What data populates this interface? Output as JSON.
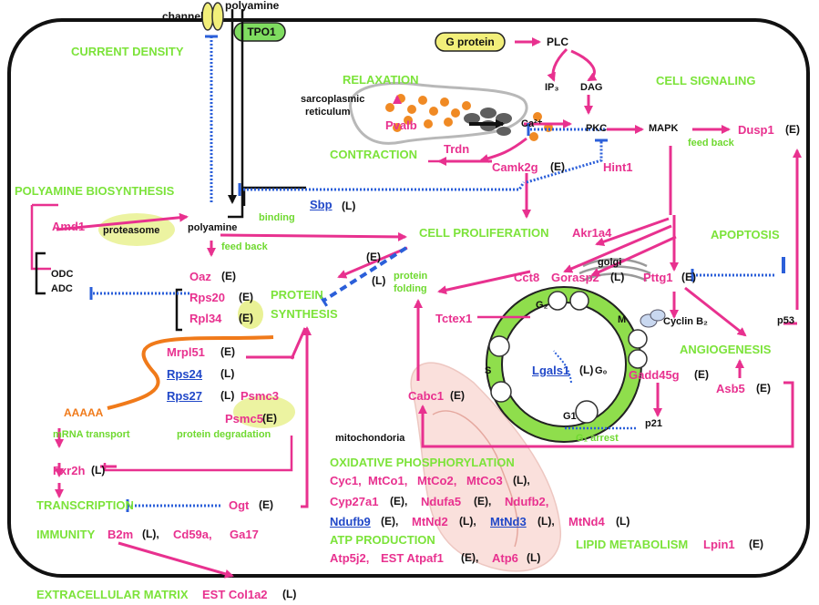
{
  "cell": {
    "channel": "channel",
    "polyamine_top": "polyamine",
    "tpo1": "TPO1",
    "g_protein": "G protein",
    "plc": "PLC",
    "ip3": "IP₃",
    "dag": "DAG",
    "ca": "Ca²⁺",
    "pkc": "PKC",
    "mapk": "MAPK",
    "dusp1": "Dusp1",
    "dusp1_tag": "(E)",
    "feed_back_1": "feed back",
    "hint1": "Hint1",
    "camk2g": "Camk2g",
    "camk2g_tag": "(E)",
    "trdn": "Trdn",
    "pvalb": "Pvalb",
    "sarco": "sarcoplasmic",
    "reticulum": "reticulum"
  },
  "processes": {
    "current_density": "CURRENT DENSITY",
    "relaxation": "RELAXATION",
    "contraction": "CONTRACTION",
    "cell_signaling": "CELL SIGNALING",
    "polyamine_biosynthesis": "POLYAMINE BIOSYNTHESIS",
    "cell_proliferation": "CELL PROLIFERATION",
    "apoptosis": "APOPTOSIS",
    "protein": "PROTEIN",
    "synthesis": "SYNTHESIS",
    "angiogenesis": "ANGIOGENESIS",
    "transcription": "TRANSCRIPTION",
    "oxphos": "OXIDATIVE PHOSPHORYLATION",
    "atp_production": "ATP PRODUCTION",
    "lipid_metabolism": "LIPID METABOLISM",
    "immunity": "IMMUNITY",
    "ecm": "EXTRACELLULAR MATRIX"
  },
  "polyamine": {
    "amd1": "Amd1",
    "proteasome": "proteasome",
    "polyamine": "polyamine",
    "feed_back": "feed back",
    "odc": "ODC",
    "adc": "ADC",
    "sbp": "Sbp",
    "sbp_tag": "(L)",
    "binding": "binding",
    "oaz": "Oaz",
    "oaz_tag": "(E)",
    "rps20": "Rps20",
    "rps20_tag": "(E)",
    "rpl34": "Rpl34",
    "rpl34_tag": "(E)"
  },
  "translation": {
    "mrpl51": "Mrpl51",
    "mrpl51_tag": "(E)",
    "rps24": "Rps24",
    "rps24_tag": "(L)",
    "rps27": "Rps27",
    "rps27_tag": "(L)",
    "psmc3": "Psmc3",
    "psmc5": "Psmc5",
    "psmc5_tag": "(E)",
    "polya": "AAAAA",
    "mrna_transport": "mRNA transport",
    "protein_degradation": "protein degradation",
    "fxr2h": "Fxr2h",
    "fxr2h_tag": "(L)",
    "ogt": "Ogt",
    "ogt_tag": "(E)",
    "e_tag": "(E)",
    "l_tag": "(L)",
    "protein_folding_1": "protein",
    "protein_folding_2": "folding"
  },
  "cycle": {
    "akr1a4": "Akr1a4",
    "golgi": "golgi",
    "cct8": "Cct8",
    "gorasp2": "Gorasp2",
    "gorasp2_tag": "(L)",
    "pttg1": "Pttg1",
    "pttg1_tag": "(E)",
    "tctex1": "Tctex1",
    "g2": "G₂",
    "m": "M",
    "cyclin_b2": "Cyclin B₂",
    "s": "S",
    "lgals1": "Lgals1",
    "lgals1_tag": "(L)",
    "g0": "G₀",
    "g1": "G1",
    "g1_arrest": "G₁ arrest",
    "p21": "p21",
    "p53": "p53",
    "gadd45g": "Gadd45g",
    "gadd45g_tag": "(E)",
    "asb5": "Asb5",
    "asb5_tag": "(E)",
    "cabc1": "Cabc1",
    "cabc1_tag": "(E)",
    "mitochondria": "mitochondoria"
  },
  "oxphos": {
    "cyc1": "Cyc1,",
    "mtco1": "MtCo1,",
    "mtco2": "MtCo2,",
    "mtco3": "MtCo3",
    "mtco3_tag": "(L),",
    "cyp27a1": "Cyp27a1",
    "cyp27a1_tag": "(E),",
    "ndufa5": "Ndufa5",
    "ndufa5_tag": "(E),",
    "ndufb2": "Ndufb2,",
    "ndufb9": "Ndufb9",
    "ndufb9_tag": "(E),",
    "mtnd2": "MtNd2",
    "mtnd2_tag": "(L),",
    "mtnd3": "MtNd3",
    "mtnd3_tag": "(L),",
    "mtnd4": "MtNd4",
    "mtnd4_tag": "(L)",
    "atp5j2": "Atp5j2,",
    "est_atpaf1": "EST Atpaf1",
    "atpaf1_tag": "(E),",
    "atp6": "Atp6",
    "atp6_tag": "(L)",
    "lpin1": "Lpin1",
    "lpin1_tag": "(E)"
  },
  "bottom": {
    "b2m": "B2m",
    "b2m_tag": "(L),",
    "cd59a": "Cd59a,",
    "ga17": "Ga17",
    "est_col1a2": "EST Col1a2",
    "col1a2_tag": "(L)"
  },
  "colors": {
    "process_green": "#7ce33a",
    "gene_magenta": "#e8318f",
    "underlined_blue": "#2148c8",
    "inhibition_blue": "#2b5fd9",
    "membrane": "#111111",
    "calcium_orange": "#f08a24",
    "mrna_orange": "#f07a1a",
    "tpo1_fill": "#7fdc60",
    "g_protein_fill": "#f2ef7a",
    "cycle_fill": "#8fde4c",
    "proteasome_fill": "#e7f08a",
    "mitochondria_fill": "#f6c7c0"
  }
}
